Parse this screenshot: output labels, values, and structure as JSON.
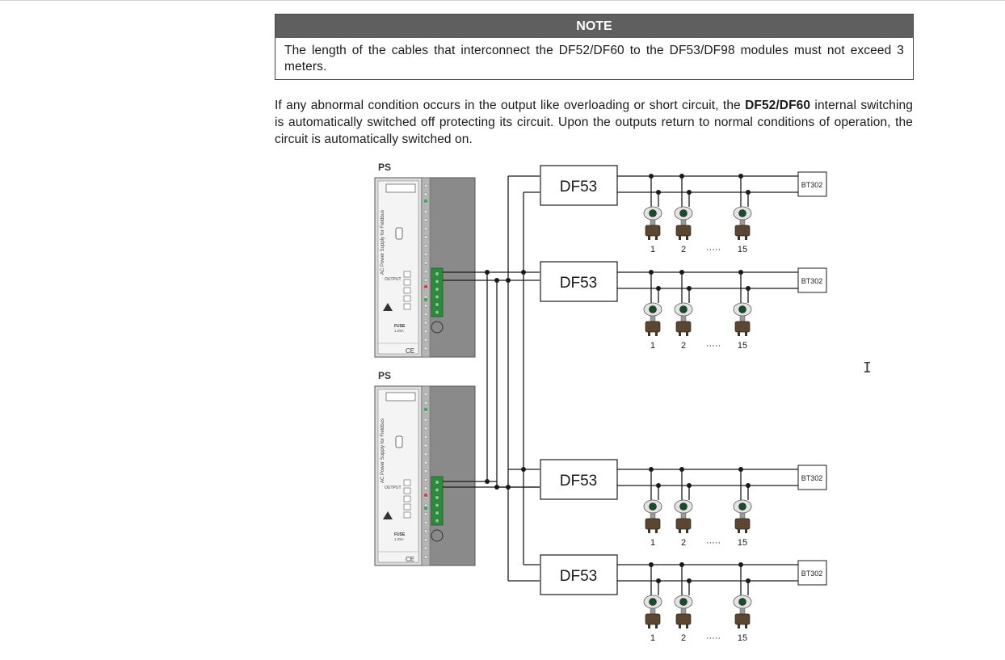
{
  "note": {
    "title": "NOTE",
    "text": "The length of the cables that interconnect the DF52/DF60 to the DF53/DF98 modules must not exceed 3 meters."
  },
  "paragraph": {
    "before": "If any abnormal condition occurs in the output like overloading or short circuit, the ",
    "bold": "DF52/DF60",
    "after": " internal switching is automatically switched off protecting its circuit. Upon the outputs return to normal conditions of operation, the circuit is automatically switched on."
  },
  "diagram": {
    "power_supplies": [
      {
        "label": "PS",
        "vertical_text": "AC Power Supply for Fieldbus",
        "fuse_label": "FUSE",
        "fuse_value": "1.25A",
        "output_label": "OUTPUT",
        "ce_mark": "CE"
      },
      {
        "label": "PS",
        "vertical_text": "AC Power Supply for Fieldbus",
        "fuse_label": "FUSE",
        "fuse_value": "1.25A",
        "output_label": "OUTPUT",
        "ce_mark": "CE"
      }
    ],
    "impedance_label": "DF53",
    "terminator_label": "BT302",
    "device_numbers": [
      "1",
      "2",
      "15"
    ],
    "ellipsis": "·····",
    "branches": 4
  },
  "icons": {
    "cursor": "text-cursor-icon",
    "device": "fieldbus-transmitter-icon"
  },
  "colors": {
    "note_header": "#5f5f5f",
    "module_body": "#8a8a8a",
    "terminal_green": "#2e8b3e",
    "device_dark": "#5a4632"
  }
}
